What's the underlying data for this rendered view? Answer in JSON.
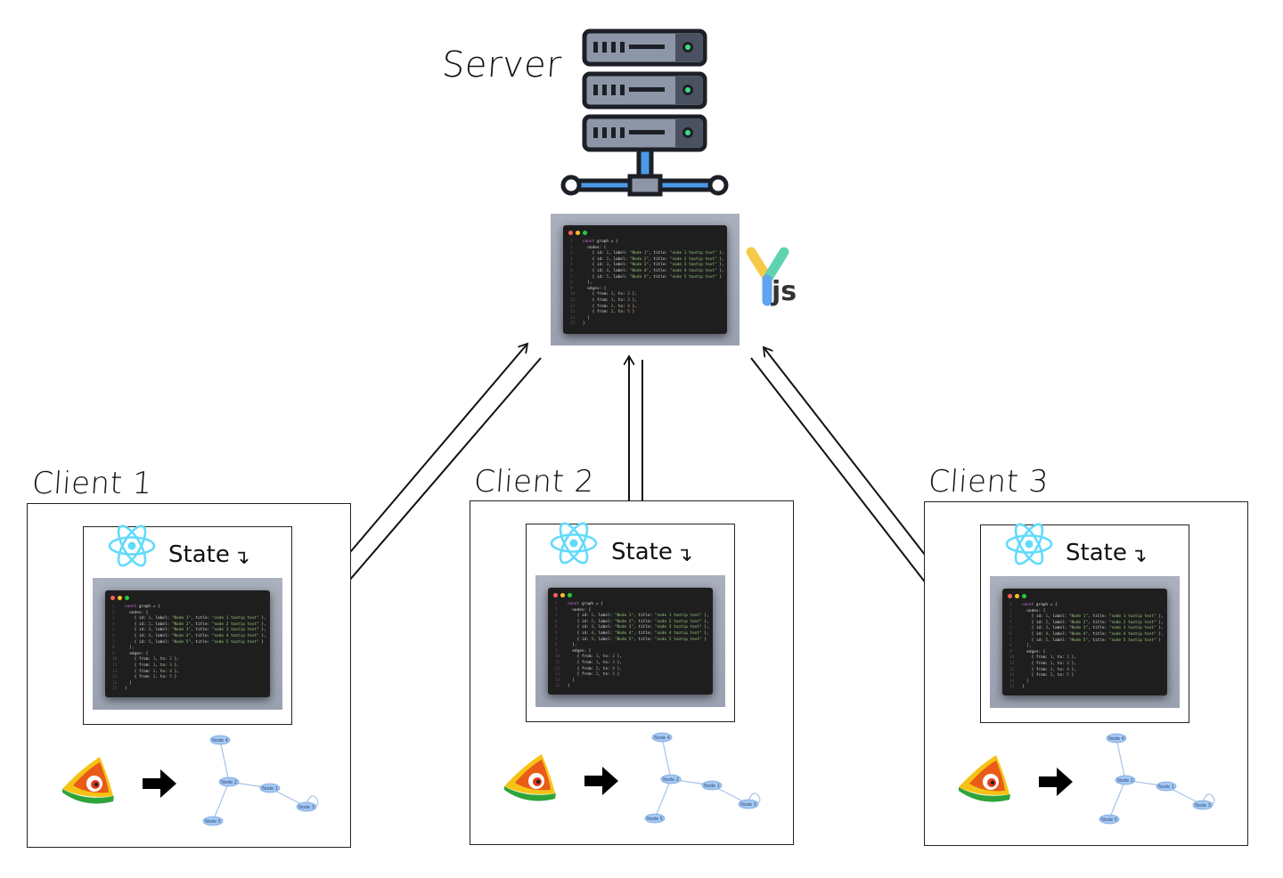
{
  "server": {
    "label": "Server"
  },
  "yjs": {
    "text": "js"
  },
  "clients": [
    {
      "label": "Client 1",
      "state": "State"
    },
    {
      "label": "Client 2",
      "state": "State"
    },
    {
      "label": "Client 3",
      "state": "State"
    }
  ],
  "code_snippet": {
    "lines": [
      "const graph = {",
      "  nodes: [",
      "    { id: 1, label: \"Node 1\", title: \"node 1 tootip text\" },",
      "    { id: 2, label: \"Node 2\", title: \"node 2 tootip text\" },",
      "    { id: 3, label: \"Node 3\", title: \"node 3 tootip text\" },",
      "    { id: 4, label: \"Node 4\", title: \"node 4 tootip text\" },",
      "    { id: 5, label: \"Node 5\", title: \"node 5 tootip text\" }",
      "  ],",
      "  edges: [",
      "    { from: 1, to: 2 },",
      "    { from: 1, to: 3 },",
      "    { from: 2, to: 4 },",
      "    { from: 2, to: 5 }",
      "  ]",
      "}"
    ]
  },
  "graph": {
    "nodes": [
      "Node 4",
      "Node 2",
      "Node 1",
      "Node 3",
      "Node 5"
    ]
  },
  "colors": {
    "react": "#61dafb",
    "yjs_yellow": "#f7c948",
    "yjs_blue": "#5fa4f0",
    "node_fill": "#a5c8f2",
    "node_stroke": "#7aa6e0",
    "server_dark": "#1c1f26",
    "server_panel": "#8d96a6",
    "network_blue": "#4a9ae8"
  },
  "icons": {
    "server": "server-rack-icon",
    "react": "react-atom-icon",
    "visjs": "vis-js-logo-icon",
    "yjs": "yjs-logo-icon"
  }
}
